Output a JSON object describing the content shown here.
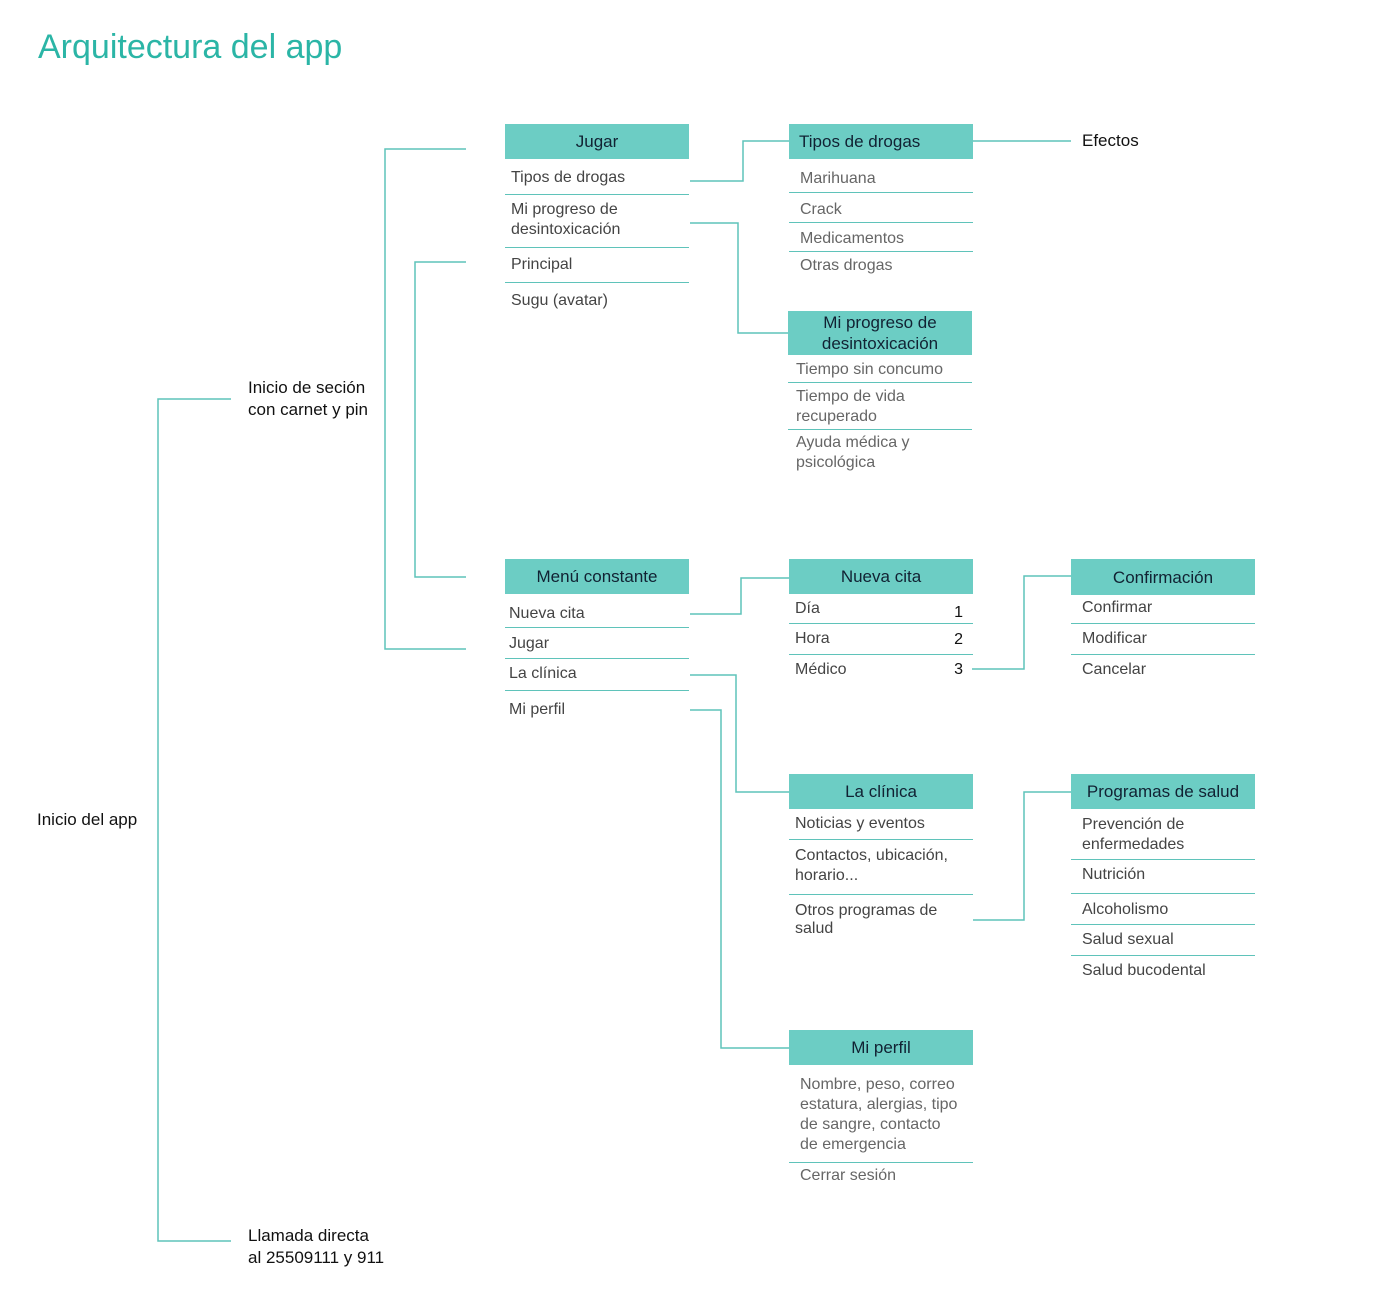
{
  "title": "Arquitectura del app",
  "root": {
    "label": "Inicio del app",
    "login": "Inicio de seción\ncon carnet y pin",
    "call": "Llamada directa\nal 25509111 y 911"
  },
  "jugar": {
    "header": "Jugar",
    "items": [
      "Tipos de drogas",
      "Mi progreso de\ndesintoxicación",
      "Principal",
      "Sugu (avatar)"
    ]
  },
  "tipos": {
    "header": "Tipos de drogas",
    "items": [
      "Marihuana",
      "Crack",
      "Medicamentos",
      "Otras drogas"
    ],
    "efectos": "Efectos"
  },
  "progreso": {
    "header": "Mi progreso de\ndesintoxicación",
    "items": [
      "Tiempo sin concumo",
      "Tiempo de vida\nrecuperado",
      "Ayuda médica y\npsicológica"
    ]
  },
  "menu": {
    "header": "Menú constante",
    "items": [
      "Nueva cita",
      "Jugar",
      "La clínica",
      "Mi perfil"
    ]
  },
  "cita": {
    "header": "Nueva cita",
    "items": [
      {
        "label": "Día",
        "num": "1"
      },
      {
        "label": "Hora",
        "num": "2"
      },
      {
        "label": "Médico",
        "num": "3"
      }
    ]
  },
  "confirmacion": {
    "header": "Confirmación",
    "items": [
      "Confirmar",
      "Modificar",
      "Cancelar"
    ]
  },
  "clinica": {
    "header": "La clínica",
    "items": [
      "Noticias y eventos",
      "Contactos, ubicación,\nhorario...",
      "Otros programas de\nsalud"
    ]
  },
  "programas": {
    "header": "Programas de salud",
    "items": [
      "Prevención de\nenfermedades",
      "Nutrición",
      "Alcoholismo",
      "Salud sexual",
      "Salud bucodental"
    ]
  },
  "perfil": {
    "header": "Mi perfil",
    "items": [
      "Nombre, peso, correo\nestatura, alergias, tipo\nde sangre, contacto\nde emergencia",
      "Cerrar sesión"
    ]
  },
  "colors": {
    "accent": "#6ccdc4",
    "line": "#5fc3ba",
    "title": "#2bb5a6"
  }
}
